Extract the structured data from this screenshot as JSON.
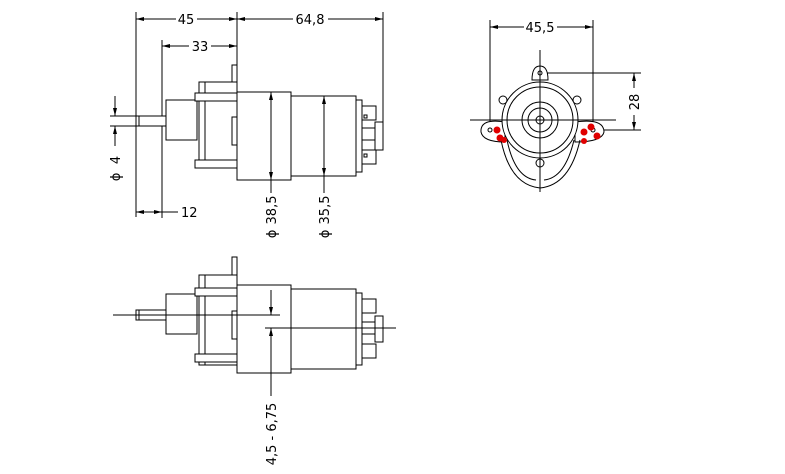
{
  "title": "Gear motor dimension drawing",
  "dimensions": {
    "overall_front": "45",
    "gearbox_depth": "33",
    "motor_length": "64,8",
    "shaft_length": "12",
    "shaft_diameter": "4",
    "gearbox_can_diameter": "38,5",
    "motor_can_diameter": "35,5",
    "mount_hole_spacing": "45,5",
    "tab_offset": "28",
    "shaft_offset": "4,5 - 6,75",
    "diameter_symbol": "ϕ"
  },
  "colors": {
    "line": "#000000",
    "marker": "#e00000"
  }
}
